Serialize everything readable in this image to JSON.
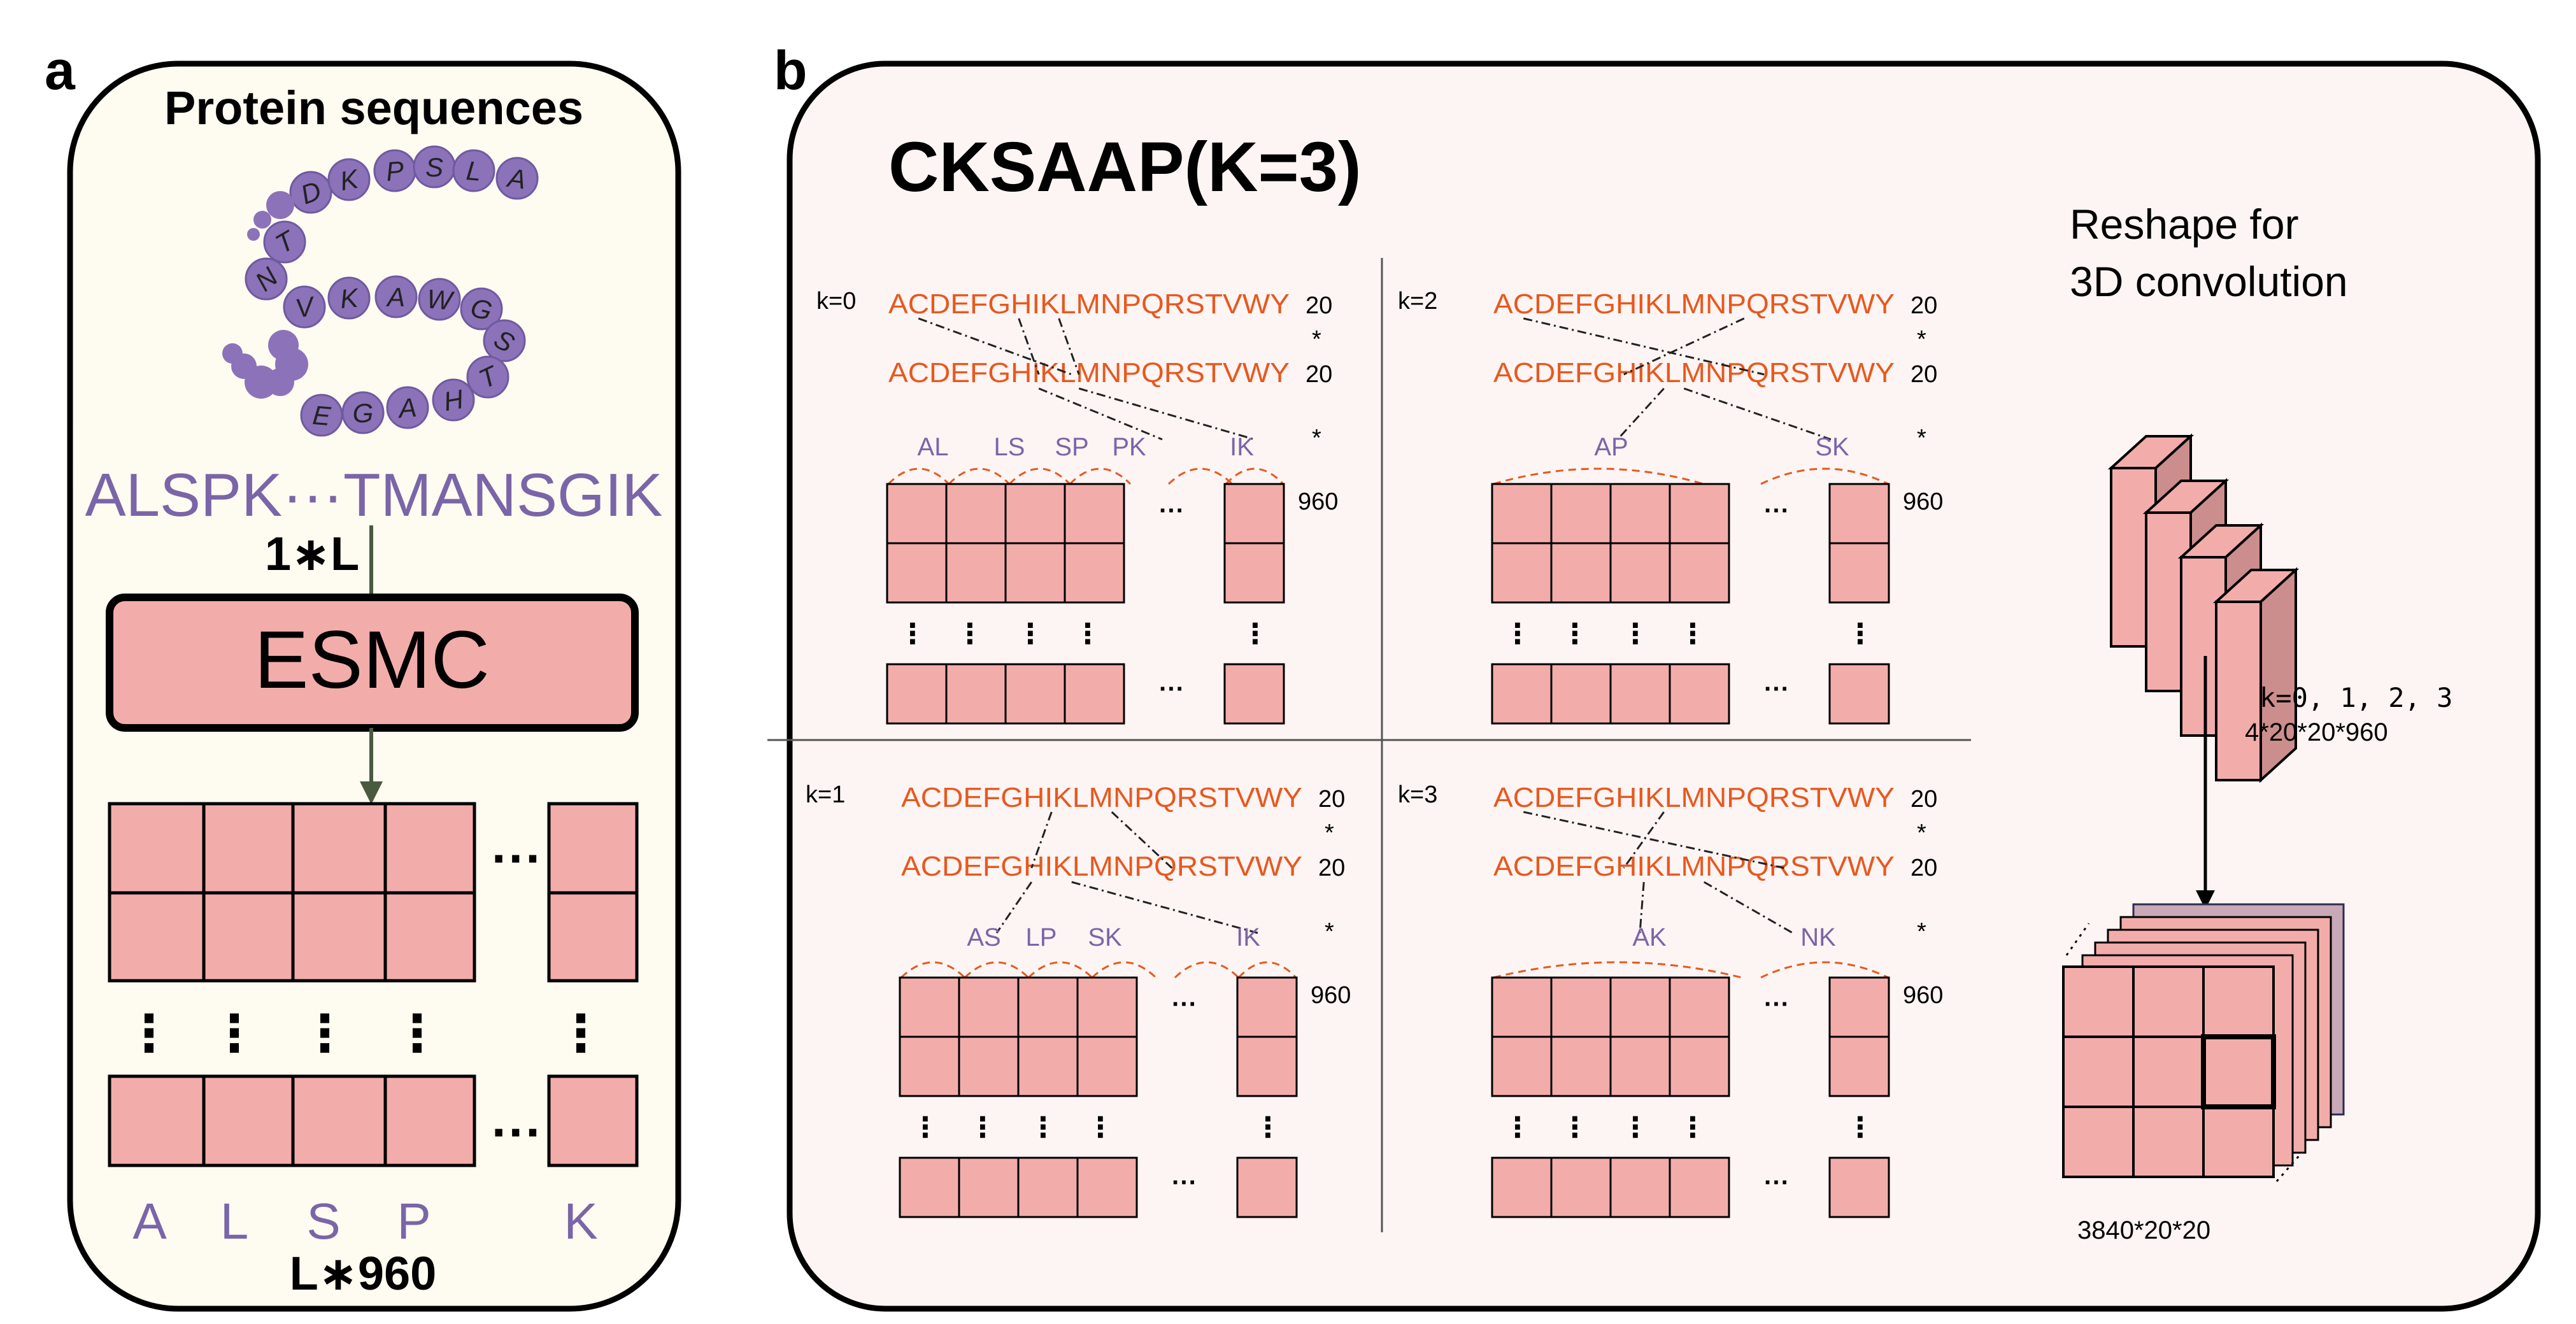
{
  "panel_a": {
    "label": "a",
    "title": "Protein sequences",
    "spiral_letters": [
      "D",
      "K",
      "P",
      "S",
      "L",
      "A",
      "T",
      "N",
      "V",
      "K",
      "A",
      "W",
      "G",
      "S",
      "E",
      "G",
      "A",
      "H",
      "T"
    ],
    "sequence": "ALSPK···TMANSGIK",
    "length_label": "1∗L",
    "model": "ESMC",
    "ellipsis": "···",
    "vdots": "⋮",
    "residues": [
      "A",
      "L",
      "S",
      "P",
      "K"
    ],
    "output_label": "L∗960"
  },
  "panel_b": {
    "label": "b",
    "title": "CKSAAP(K=3)",
    "alphabet": "ACDEFGHIKLMNPQRSTVWY",
    "num20": "20",
    "star": "*",
    "num960": "960",
    "ellipsis": "···",
    "vdots": "⋮",
    "quadrants": [
      {
        "k_label": "k=0",
        "pairs": [
          "AL",
          "LS",
          "SP",
          "PK",
          "IK"
        ]
      },
      {
        "k_label": "k=2",
        "pairs": [
          "AP",
          "SK"
        ]
      },
      {
        "k_label": "k=1",
        "pairs": [
          "AS",
          "LP",
          "SK",
          "IK"
        ]
      },
      {
        "k_label": "k=3",
        "pairs": [
          "AK",
          "NK"
        ]
      }
    ],
    "reshape_title": [
      "Reshape for",
      "3D convolution"
    ],
    "k_values": "k=0, 1, 2, 3",
    "dims_4d": "4*20*20*960",
    "dims_3d": "3840*20*20"
  },
  "colors": {
    "orange": "#e8581f",
    "purple": "#7a65a8",
    "cell": "#f2adab",
    "panel_a_bg": "#fefbf1",
    "panel_b_bg": "#fcf5f3",
    "dark_cell": "#cc8e8d"
  }
}
